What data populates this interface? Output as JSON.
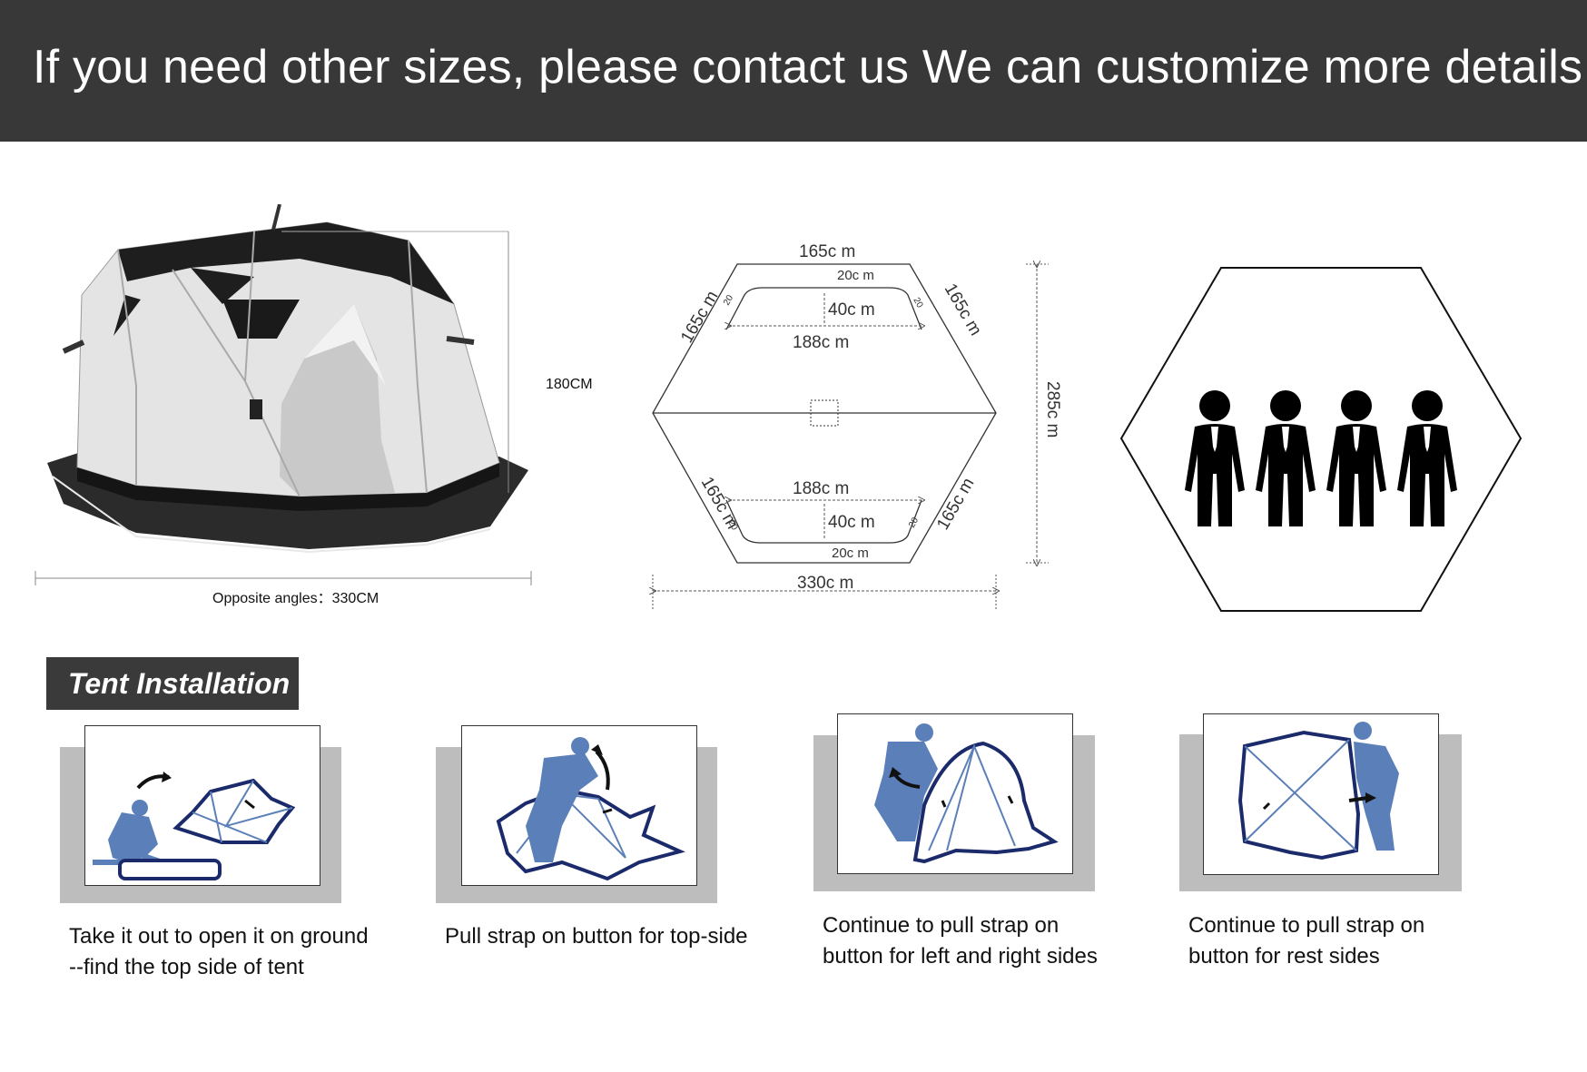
{
  "banner": {
    "text": "If you need other sizes, please contact us We can customize more details"
  },
  "tent_photo": {
    "height_label": "180CM",
    "width_label": "Opposite angles：330CM"
  },
  "floor_plan": {
    "top_edge": "165c m",
    "upper_left_edge": "165c m",
    "upper_right_edge": "165c m",
    "lower_left_edge": "165c m",
    "lower_right_edge": "165c m",
    "upper_window_top": "20c m",
    "upper_window_depth": "40c m",
    "upper_window_width": "188c m",
    "lower_window_width": "188c m",
    "lower_window_depth": "40c m",
    "lower_window_bottom": "20c m",
    "small_corner": "20",
    "height_dim": "285c m",
    "width_dim": "330c m"
  },
  "capacity": {
    "people_count": 4,
    "icon": "person-icon"
  },
  "installation": {
    "heading": "Tent Installation",
    "steps": [
      {
        "line1": "Take it out to open it on ground",
        "line2": "--find the top side of tent"
      },
      {
        "line1": "Pull strap on button for top-side",
        "line2": ""
      },
      {
        "line1": "Continue to pull strap on",
        "line2": "button for left and right sides"
      },
      {
        "line1": "Continue to pull strap on",
        "line2": "button for rest sides"
      }
    ]
  },
  "colors": {
    "banner_bg": "#383838",
    "illustration_blue": "#5b7fb8",
    "outline_navy": "#1b2a6b"
  }
}
